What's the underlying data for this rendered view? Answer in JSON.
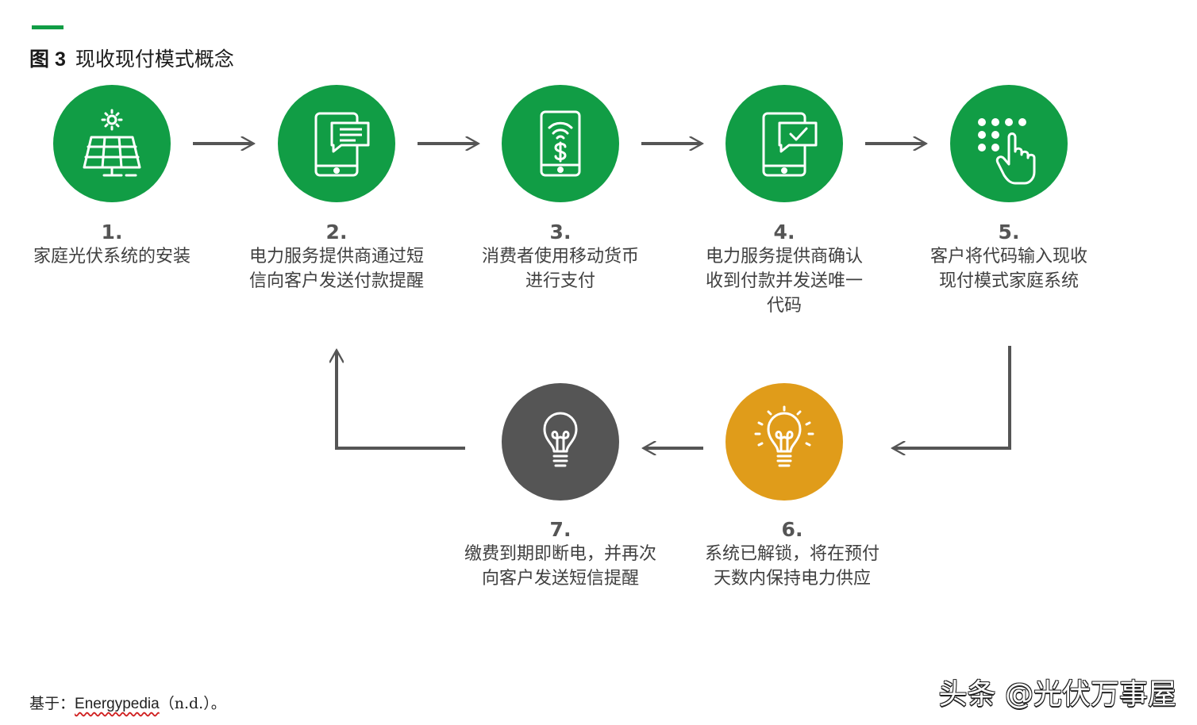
{
  "figure": {
    "number": "图 3",
    "title": "现收现付模式概念"
  },
  "colors": {
    "accent": "#119d45",
    "green": "#119d45",
    "orange": "#e09c1a",
    "gray": "#555555",
    "arrow": "#555555"
  },
  "steps": [
    {
      "number": "1.",
      "lines": [
        "家庭光伏系统的安装"
      ],
      "color": "green",
      "icon": "solar-panel-icon"
    },
    {
      "number": "2.",
      "lines": [
        "电力服务提供商通过短",
        "信向客户发送付款提醒"
      ],
      "color": "green",
      "icon": "phone-sms-icon"
    },
    {
      "number": "3.",
      "lines": [
        "消费者使用移动货币",
        "进行支付"
      ],
      "color": "green",
      "icon": "mobile-payment-icon"
    },
    {
      "number": "4.",
      "lines": [
        "电力服务提供商确认",
        "收到付款并发送唯一",
        "代码"
      ],
      "color": "green",
      "icon": "phone-confirm-icon"
    },
    {
      "number": "5.",
      "lines": [
        "客户将代码输入现收",
        "现付模式家庭系统"
      ],
      "color": "green",
      "icon": "keypad-hand-icon"
    },
    {
      "number": "6.",
      "lines": [
        "系统已解锁，将在预付",
        "天数内保持电力供应"
      ],
      "color": "orange",
      "icon": "lightbulb-lit-icon"
    },
    {
      "number": "7.",
      "lines": [
        "缴费到期即断电，并再次",
        "向客户发送短信提醒"
      ],
      "color": "gray",
      "icon": "lightbulb-off-icon"
    }
  ],
  "source": {
    "prefix": "基于：",
    "link": "Energypedia",
    "suffix": "（n.d.）。"
  },
  "watermark": "头条 @光伏万事屋"
}
